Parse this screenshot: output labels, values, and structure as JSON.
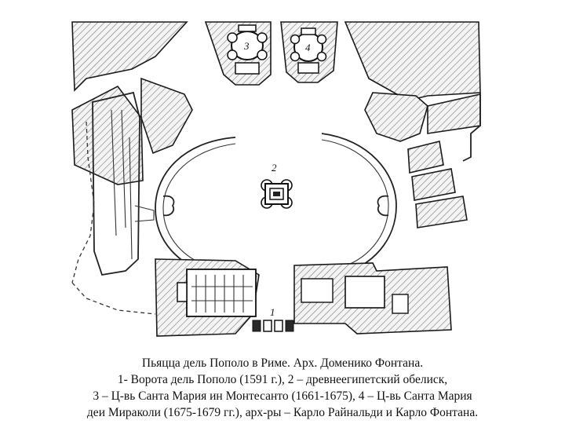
{
  "plan": {
    "labels": {
      "gate": "1",
      "obelisk": "2",
      "church_montesanto": "3",
      "church_miracoli": "4"
    }
  },
  "caption": {
    "line1": "Пьяцца дель Пополо в Риме. Арх. Доменико Фонтана.",
    "line2": "1- Ворота дель Пополо (1591 г.), 2 – древнеегипетский обелиск,",
    "line3": "3 – Ц-вь Санта Мария ин Монтесанто (1661-1675), 4 – Ц-вь Санта Мария",
    "line4": "деи Мираколи (1675-1679 гг.), арх-ры – Карло Райнальди и Карло Фонтана."
  }
}
